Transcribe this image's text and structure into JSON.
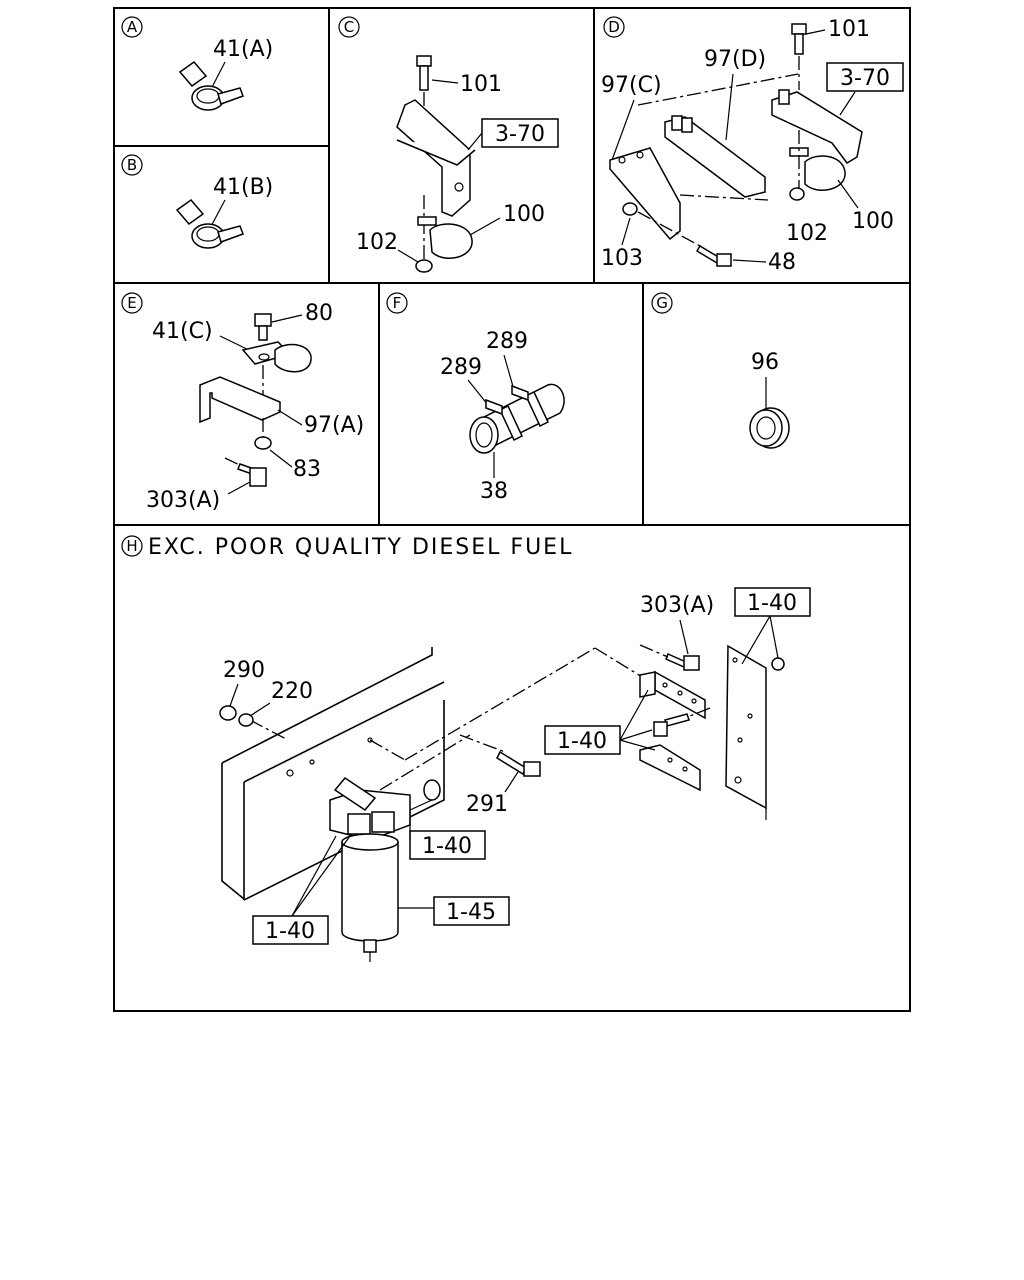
{
  "panels": {
    "a": {
      "letter": "A",
      "label": "41(A)"
    },
    "b": {
      "letter": "B",
      "label": "41(B)"
    },
    "c": {
      "letter": "C",
      "labels": {
        "p101": "101",
        "ref": "3-70",
        "p100": "100",
        "p102": "102"
      }
    },
    "d": {
      "letter": "D",
      "labels": {
        "p101": "101",
        "p97d": "97(D)",
        "p97c": "97(C)",
        "ref": "3-70",
        "p102": "102",
        "p100": "100",
        "p103": "103",
        "p48": "48"
      }
    },
    "e": {
      "letter": "E",
      "labels": {
        "p41c": "41(C)",
        "p80": "80",
        "p97a": "97(A)",
        "p83": "83",
        "p303a": "303(A)"
      }
    },
    "f": {
      "letter": "F",
      "labels": {
        "p289a": "289",
        "p289b": "289",
        "p38": "38"
      }
    },
    "g": {
      "letter": "G",
      "labels": {
        "p96": "96"
      }
    },
    "h": {
      "letter": "H",
      "title": "EXC. POOR QUALITY DIESEL FUEL",
      "labels": {
        "p303a": "303(A)",
        "ref_top": "1-40",
        "p290": "290",
        "p220": "220",
        "ref_mid": "1-40",
        "p291": "291",
        "ref_filter": "1-40",
        "ref_bottom": "1-40",
        "ref_element": "1-45"
      }
    }
  }
}
